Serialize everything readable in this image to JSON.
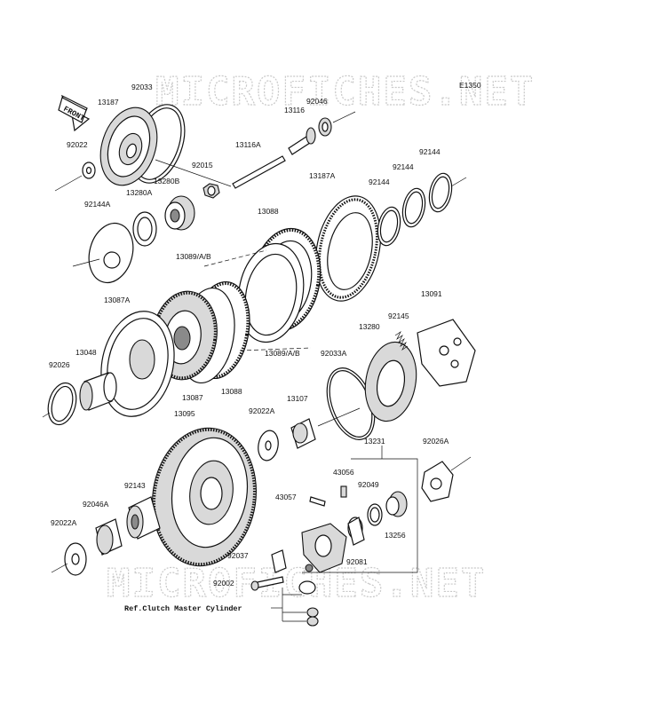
{
  "diagram": {
    "code": "E1350",
    "front_label": "FRONT",
    "watermark": "MICROFICHES.NET",
    "reference_note": "Ref.Clutch Master Cylinder",
    "parts": {
      "p92033": "92033",
      "p13187": "13187",
      "p92022": "92022",
      "p92015": "92015",
      "p13280B": "13280B",
      "p13280A": "13280A",
      "p92144A": "92144A",
      "p13116A": "13116A",
      "p13116": "13116",
      "p92046": "92046",
      "p13187A": "13187A",
      "p92144_a": "92144",
      "p92144_b": "92144",
      "p92144_c": "92144",
      "p13088_top": "13088",
      "p13089_top": "13089/A/B",
      "p13087A": "13087A",
      "p13048": "13048",
      "p92026": "92026",
      "p13087": "13087",
      "p13088_bot": "13088",
      "p13089_bot": "13089/A/B",
      "p92033A": "92033A",
      "p13280": "13280",
      "p92145": "92145",
      "p13091": "13091",
      "p13107": "13107",
      "p92022A_mid": "92022A",
      "p13095": "13095",
      "p13231": "13231",
      "p92026A": "92026A",
      "p43056": "43056",
      "p43057": "43057",
      "p92049": "92049",
      "p13256": "13256",
      "p92143": "92143",
      "p92046A": "92046A",
      "p92022A_bot": "92022A",
      "p92081": "92081",
      "p92037": "92037",
      "p92002": "92002"
    }
  }
}
